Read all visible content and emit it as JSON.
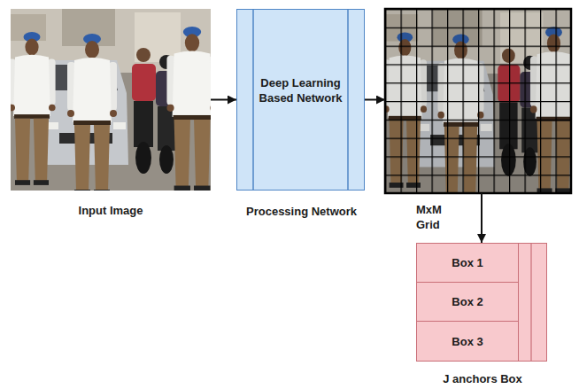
{
  "diagram": {
    "nodes": [
      {
        "text": [
          "Input Image"
        ]
      },
      {
        "text": [
          "Deep Learning Based Network",
          "Processing Network"
        ]
      },
      {
        "text": [
          "MxM Grid"
        ]
      },
      {
        "text": [
          "J anchors Box"
        ]
      },
      {
        "text": [
          "Box 1"
        ],
        "in": 3
      },
      {
        "text": [
          "Box 2"
        ],
        "in": 3
      },
      {
        "text": [
          "Box 3"
        ],
        "in": 3
      }
    ],
    "edges": [
      {
        "from": 0,
        "to": 1,
        "arrow": "to"
      },
      {
        "from": 1,
        "to": 2,
        "arrow": "to"
      },
      {
        "from": 2,
        "to": 3,
        "arrow": "to"
      }
    ]
  }
}
